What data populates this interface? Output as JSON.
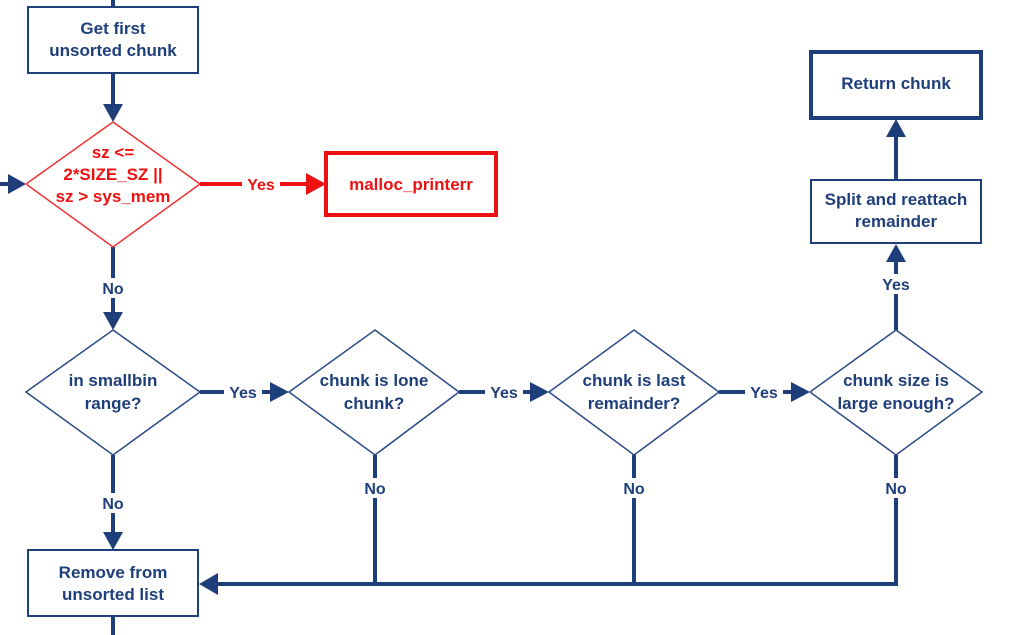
{
  "nodes": {
    "get_first": [
      "Get first",
      "unsorted chunk"
    ],
    "check_size": [
      "sz <=",
      "2*SIZE_SZ ||",
      "sz > sys_mem"
    ],
    "malloc_printerr": [
      "malloc_printerr"
    ],
    "smallbin": [
      "in smallbin",
      "range?"
    ],
    "lone_chunk": [
      "chunk is lone",
      "chunk?"
    ],
    "last_remainder": [
      "chunk is last",
      "remainder?"
    ],
    "large_enough": [
      "chunk size is",
      "large enough?"
    ],
    "split": [
      "Split and reattach",
      "remainder"
    ],
    "return_chunk": [
      "Return chunk"
    ],
    "remove_unsorted": [
      "Remove from",
      "unsorted list"
    ]
  },
  "edge_labels": {
    "yes": "Yes",
    "no": "No"
  },
  "colors": {
    "primary": "#1f3f7a",
    "error": "#ee1111"
  }
}
